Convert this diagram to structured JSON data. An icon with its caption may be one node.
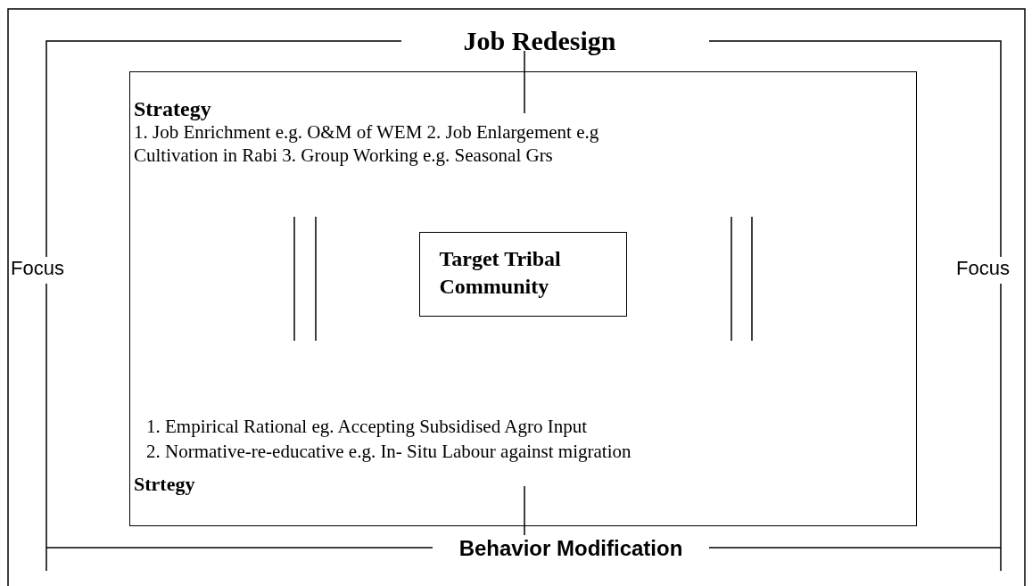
{
  "diagram": {
    "nodes": [
      {
        "text": [
          "Job Redesign"
        ]
      },
      {
        "text": [
          "Strategy",
          "1. Job Enrichment e.g. O&M of WEM 2. Job Enlargement e.g Cultivation in Rabi 3. Group Working e.g. Seasonal Grs",
          "1. Empirical Rational eg. Accepting Subsidised Agro Input",
          "2. Normative-re-educative e.g. In- Situ Labour against migration",
          "Strtegy"
        ]
      },
      {
        "text": [
          "Target Tribal Community"
        ],
        "in": 1
      },
      {
        "text": [
          "Behavior Modification"
        ]
      }
    ],
    "edges": [
      {
        "from": 0,
        "to": 1,
        "arrow": "none"
      },
      {
        "from": 1,
        "to": 3,
        "arrow": "none"
      }
    ],
    "labels": [
      "Focus",
      "Focus"
    ]
  }
}
